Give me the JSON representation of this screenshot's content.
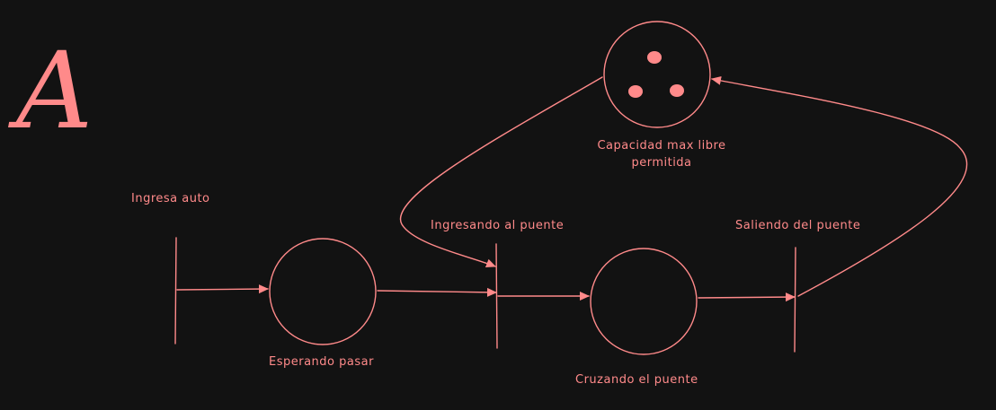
{
  "diagram": {
    "letter": "A",
    "places": {
      "esperando": "Esperando pasar",
      "cruzando": "Cruzando el puente",
      "capacidad_line1": "Capacidad max libre",
      "capacidad_line2": "permitida"
    },
    "transitions": {
      "ingresa": "Ingresa auto",
      "ingresando": "Ingresando al puente",
      "saliendo": "Saliendo del puente"
    },
    "tokens_in_capacidad": 3,
    "colors": {
      "background": "#121212",
      "stroke": "#ff8a8a"
    }
  }
}
